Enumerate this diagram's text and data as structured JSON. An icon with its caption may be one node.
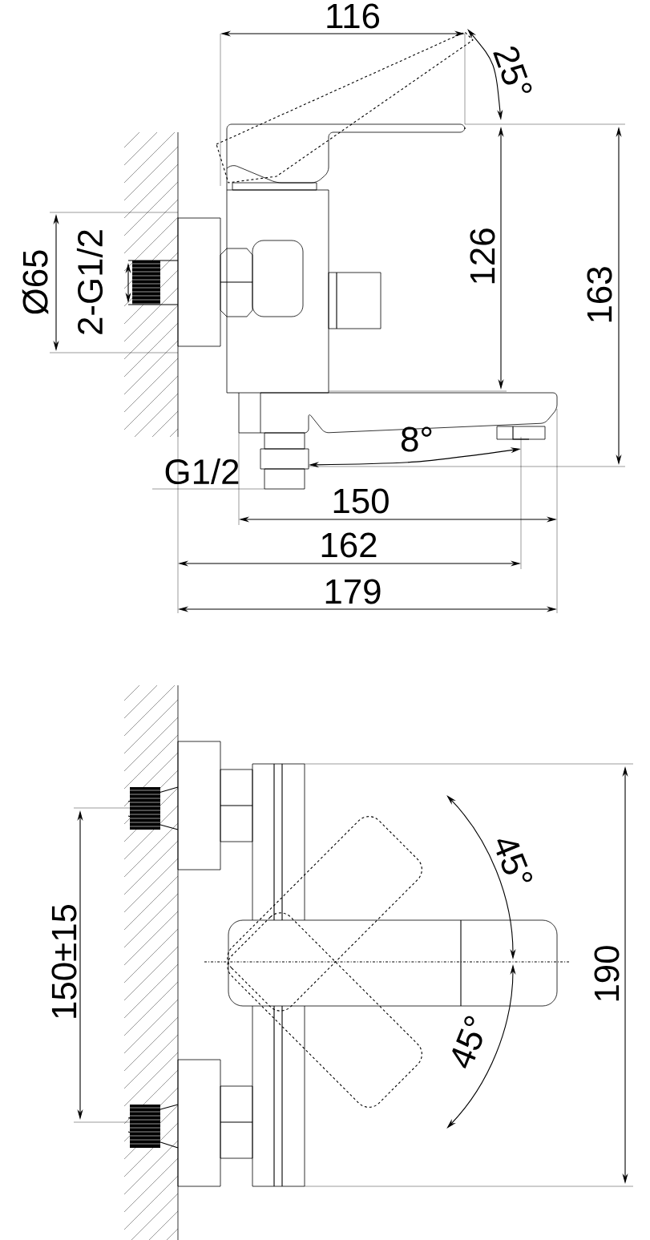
{
  "diagram": {
    "labels": [
      "116",
      "25°",
      "126",
      "163",
      "Ø65",
      "2-G1/2",
      "8°",
      "G1/2",
      "150",
      "162",
      "179",
      "45°",
      "45°",
      "190",
      "150±15"
    ]
  }
}
